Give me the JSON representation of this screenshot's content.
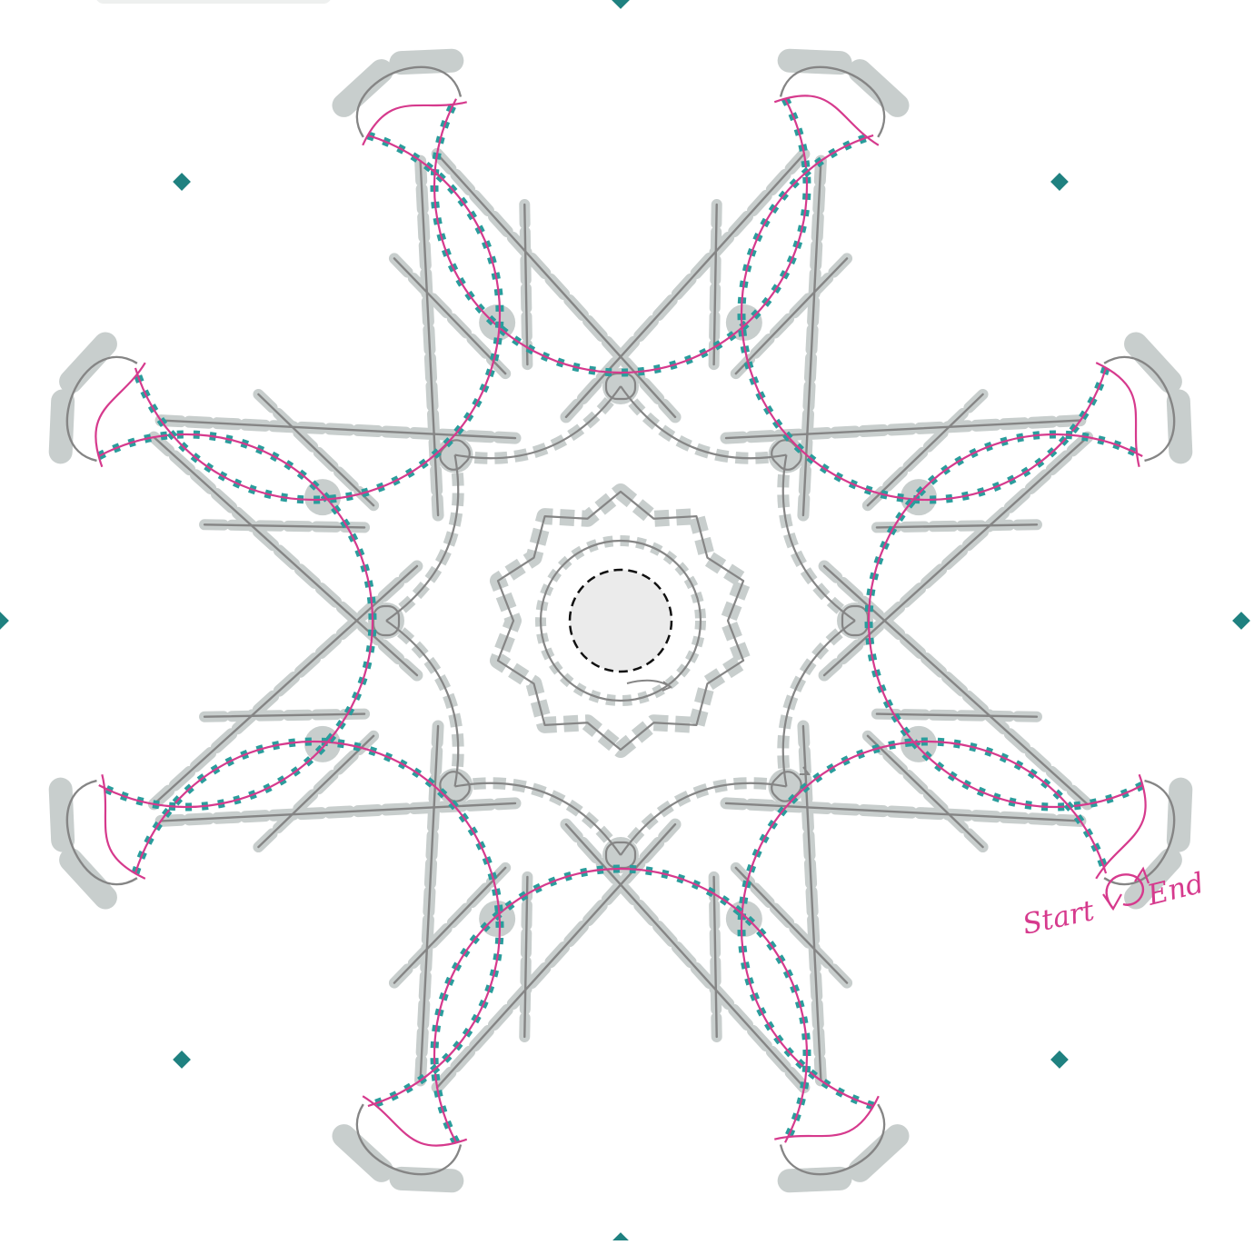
{
  "labels": {
    "start": "Start",
    "end": "End"
  },
  "colors": {
    "pink": "#d63a8d",
    "teal": "#2a9d9c",
    "teal_dark": "#1f8180",
    "bead_grey": "#c8cecd",
    "thread_grey": "#858585",
    "center_fill": "#ebebeb",
    "center_ring": "#111111"
  },
  "pattern": {
    "petal_count": 8,
    "center_picot_count": 10
  }
}
